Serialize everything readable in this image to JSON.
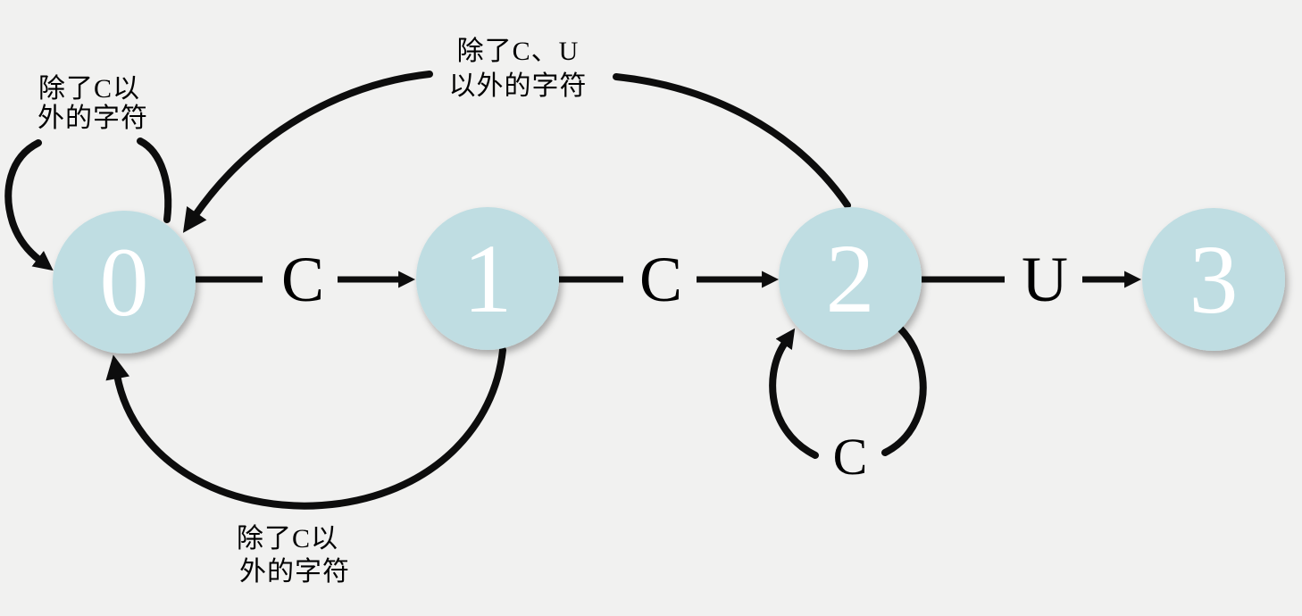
{
  "diagram_type": "finite-state-automaton",
  "colors": {
    "bg": "#f1f1f0",
    "node": "#bfdde2",
    "nodetext": "#ffffff",
    "edge": "#0d0d0d",
    "label": "#000000"
  },
  "states": [
    {
      "id": "0",
      "label": "0"
    },
    {
      "id": "1",
      "label": "1"
    },
    {
      "id": "2",
      "label": "2"
    },
    {
      "id": "3",
      "label": "3"
    }
  ],
  "edges": {
    "e01": {
      "from": "0",
      "to": "1",
      "label": "C"
    },
    "e12": {
      "from": "1",
      "to": "2",
      "label": "C"
    },
    "e23": {
      "from": "2",
      "to": "3",
      "label": "U"
    },
    "loop0": {
      "from": "0",
      "to": "0",
      "label_line1": "除了C以",
      "label_line2": "外的字符"
    },
    "loop2": {
      "from": "2",
      "to": "2",
      "label": "C"
    },
    "back20": {
      "from": "2",
      "to": "0",
      "label_line1": "除了C、U",
      "label_line2": "以外的字符"
    },
    "back10": {
      "from": "1",
      "to": "0",
      "label_line1": "除了C以",
      "label_line2": "外的字符"
    }
  }
}
